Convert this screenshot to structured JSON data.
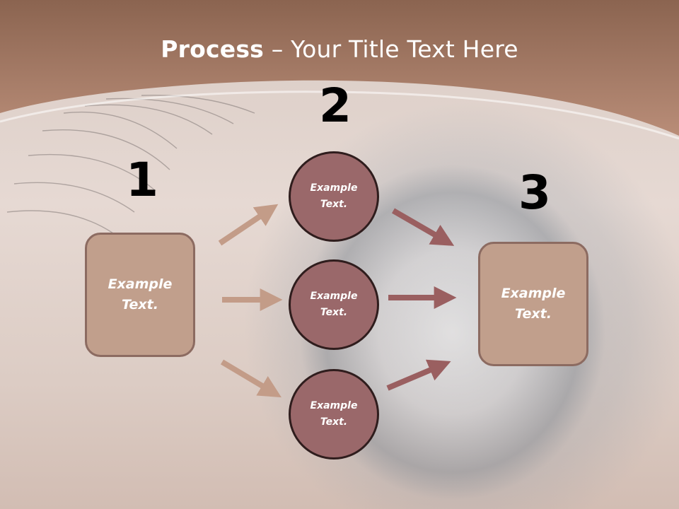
{
  "slide": {
    "title_bold": "Process",
    "title_rest": " – Your Title Text Here",
    "steps": [
      {
        "number": "1",
        "text": "Example\nText."
      },
      {
        "number": "2",
        "text": "Example\nText."
      },
      {
        "number": "3",
        "text": "Example\nText."
      }
    ],
    "circles": [
      {
        "text": "Example\nText."
      },
      {
        "text": "Example\nText."
      },
      {
        "text": "Example\nText."
      }
    ]
  },
  "colors": {
    "header": "#9e7563",
    "box_fill": "#c19f8c",
    "box_border": "#8c6b61",
    "circle_fill": "#9a686a",
    "circle_border": "#2f1d1d",
    "arrow_light": "#c39c88",
    "arrow_dark": "#9a5f60"
  }
}
